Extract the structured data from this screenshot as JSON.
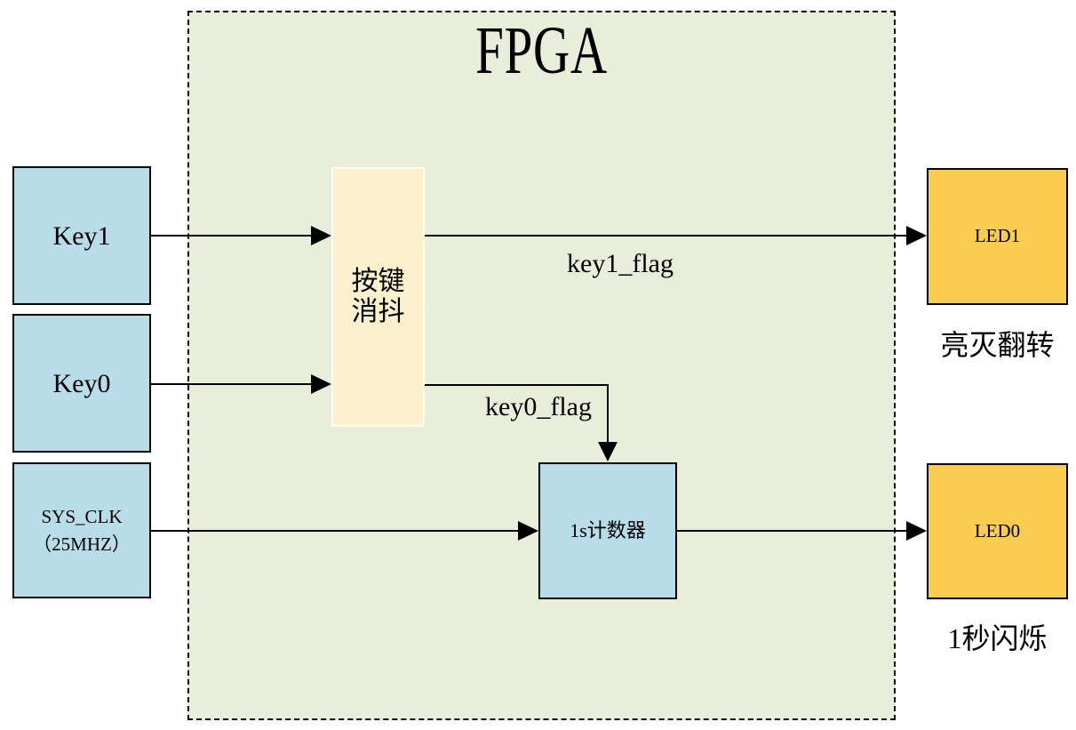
{
  "colors": {
    "page-bg": "#ffffff",
    "fpga-bg": "#e9eedb",
    "box-blue": "#b8dce8",
    "box-cream": "#fdf0cd",
    "cream-border": "#fffdf0",
    "box-orange": "#fbcc4f",
    "line-color": "#000000"
  },
  "fpga": {
    "title": "FPGA"
  },
  "inputs": {
    "key1": {
      "label": "Key1"
    },
    "key0": {
      "label": "Key0"
    },
    "sys_clk": {
      "line1": "SYS_CLK",
      "line2": "（25MHZ）"
    }
  },
  "blocks": {
    "debounce": {
      "line1": "按键",
      "line2": "消抖"
    },
    "counter": {
      "label": "1s计数器"
    }
  },
  "outputs": {
    "led1": {
      "label": "LED1",
      "caption": "亮灭翻转"
    },
    "led0": {
      "label": "LED0",
      "caption": "1秒闪烁"
    }
  },
  "signals": {
    "key1_flag": {
      "label": "key1_flag"
    },
    "key0_flag": {
      "label": "key0_flag"
    }
  }
}
